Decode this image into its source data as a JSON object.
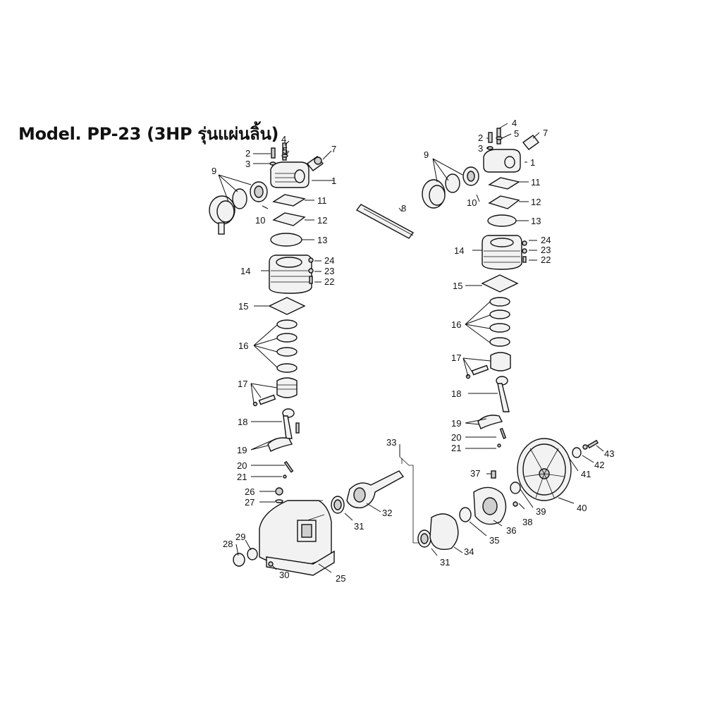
{
  "title": "Model. PP-23 (3HP รุ่นแผ่นลิ้น)",
  "labels": {
    "left": {
      "p2": "2",
      "p3": "3",
      "p4": "4",
      "p5": "5",
      "p7": "7",
      "p9": "9",
      "p1": "1",
      "p10": "10",
      "p11": "11",
      "p12": "12",
      "p13": "13",
      "p24": "24",
      "p23": "23",
      "p22": "22",
      "p14": "14",
      "p15": "15",
      "p16": "16",
      "p17": "17",
      "p18": "18",
      "p19": "19",
      "p20": "20",
      "p21": "21",
      "p26": "26",
      "p27": "27",
      "p28": "28",
      "p29": "29",
      "p30": "30",
      "p25": "25"
    },
    "right": {
      "p4": "4",
      "p2": "2",
      "p5": "5",
      "p7": "7",
      "p3": "3",
      "p9": "9",
      "p1": "1",
      "p11": "11",
      "p10": "10",
      "p12": "12",
      "p13": "13",
      "p24": "24",
      "p14": "14",
      "p23": "23",
      "p22": "22",
      "p15": "15",
      "p16": "16",
      "p17": "17",
      "p18": "18",
      "p19": "19",
      "p20": "20",
      "p21": "21"
    },
    "center": {
      "p8": "8",
      "p33": "33",
      "p31a": "31",
      "p32": "32",
      "p37": "37",
      "p43": "43",
      "p42": "42",
      "p41": "41",
      "p40": "40",
      "p39": "39",
      "p38": "38",
      "p36": "36",
      "p35": "35",
      "p34": "34",
      "p31b": "31"
    }
  }
}
